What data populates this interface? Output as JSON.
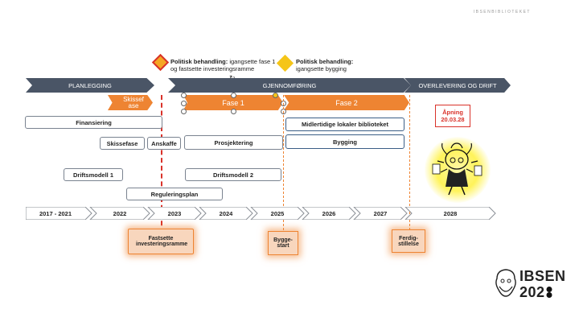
{
  "header": {
    "label": "IBSENBIBLIOTEKET"
  },
  "phases": [
    {
      "label": "PLANLEGGING"
    },
    {
      "label": "GJENNOMFØRING"
    },
    {
      "label": "OVERLEVERING OG DRIFT"
    }
  ],
  "political": [
    {
      "bold": "Politisk behandling:",
      "text": " igangsette fase 1",
      "line2": "og fastsette investeringsramme",
      "color": "#d9322a",
      "fill": "#f5a623"
    },
    {
      "bold": "Politisk behandling:",
      "text": "",
      "line2": "igangsette bygging",
      "color": "#f5c518",
      "fill": "#f5c518"
    }
  ],
  "orange_bars": [
    {
      "label": "Skissef ase"
    },
    {
      "label": "Fase 1"
    },
    {
      "label": "Fase 2"
    }
  ],
  "tasks": {
    "finansiering": "Finansiering",
    "skissefase": "Skissefase",
    "anskaffe": "Anskaffe",
    "prosjektering": "Prosjektering",
    "midlertidige": "Midlertidige lokaler biblioteket",
    "bygging": "Bygging",
    "driftsmodell1": "Driftsmodell 1",
    "driftsmodell2": "Driftsmodell 2",
    "reguleringsplan": "Reguleringsplan"
  },
  "opening": {
    "line1": "Åpning",
    "line2": "20.03.28"
  },
  "timeline": [
    "2017 - 2021",
    "2022",
    "2023",
    "2024",
    "2025",
    "2026",
    "2027",
    "2028"
  ],
  "callouts": {
    "fastsette": "Fastsette investeringsramme",
    "byggestart": "Bygge- start",
    "ferdig": "Ferdig- stillelse"
  },
  "logo": {
    "line1": "IBSEN",
    "line2": "202"
  },
  "colors": {
    "accent": "#ee8432",
    "band": "#4a5566",
    "red": "#d9322a",
    "yellow": "#f5c518"
  }
}
